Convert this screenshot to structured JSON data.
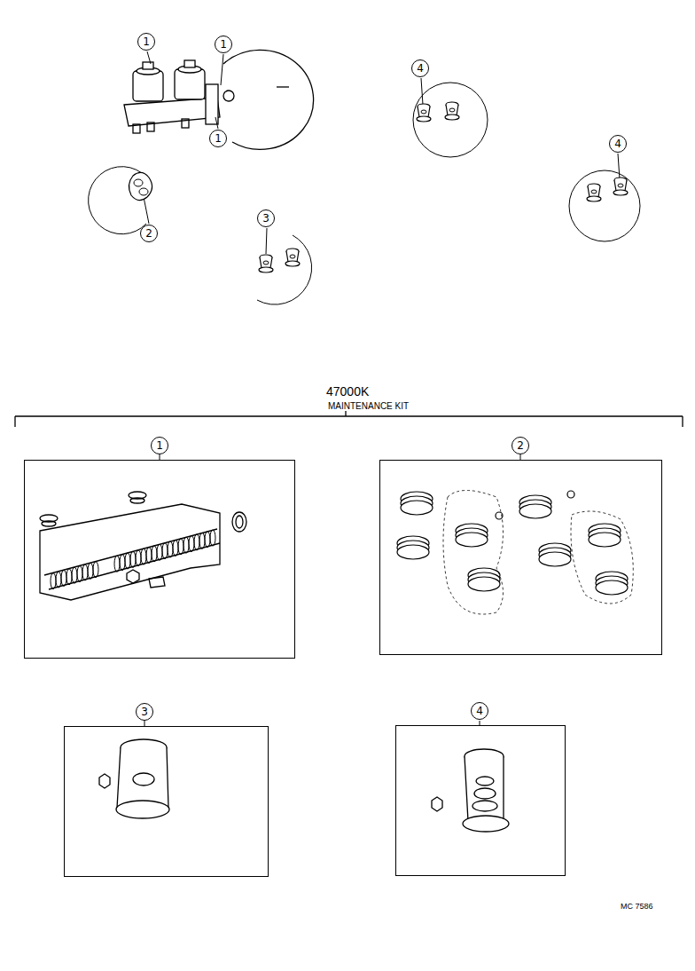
{
  "diagram": {
    "nodes": [
      {
        "text": [
          "1"
        ]
      },
      {
        "text": [
          "2"
        ]
      },
      {
        "text": [
          "3"
        ]
      },
      {
        "text": [
          "4"
        ]
      }
    ],
    "labels": [
      "1",
      "1",
      "4",
      "1",
      "4",
      "2",
      "3",
      "47000K",
      "MAINTENANCE KIT",
      "MC 7586"
    ]
  }
}
